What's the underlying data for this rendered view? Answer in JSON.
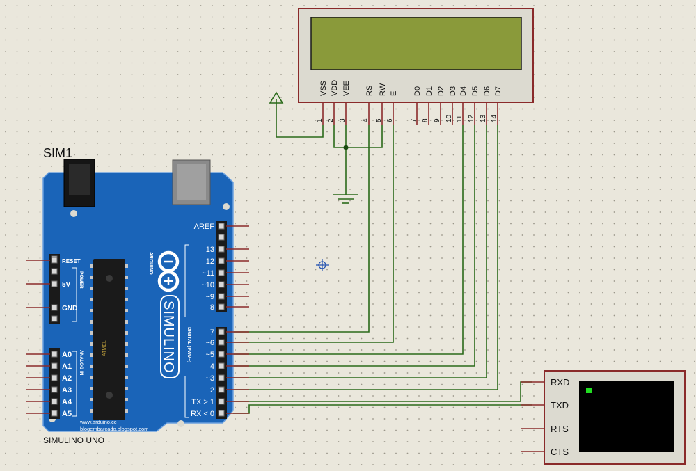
{
  "component_ref": "SIM1",
  "board": {
    "name": "SIMULINO UNO",
    "logo_text": "SIMULINO",
    "brand_text": "ARDUINO",
    "chip_text": "ATMEL",
    "url1": "www.arduino.cc",
    "url2": "blogembarcado.blogspot.com",
    "power_group": "POWER",
    "analog_group": "ANALOG IN",
    "digital_group": "DIGITAL (PWM~)",
    "power_pins": [
      "RESET",
      "5V",
      "GND"
    ],
    "analog_pins": [
      "A0",
      "A1",
      "A2",
      "A3",
      "A4",
      "A5"
    ],
    "digital_pins_top": [
      "AREF",
      "13",
      "12",
      "~11",
      "~10",
      "~9",
      "8"
    ],
    "digital_pins_bottom": [
      "7",
      "~6",
      "~5",
      "4",
      "~3",
      "2",
      "TX > 1",
      "RX < 0"
    ]
  },
  "lcd": {
    "pin_labels": [
      "VSS",
      "VDD",
      "VEE",
      "RS",
      "RW",
      "E",
      "D0",
      "D1",
      "D2",
      "D3",
      "D4",
      "D5",
      "D6",
      "D7"
    ],
    "pin_numbers": [
      "1",
      "2",
      "3",
      "4",
      "5",
      "6",
      "7",
      "8",
      "9",
      "10",
      "11",
      "12",
      "13",
      "14"
    ],
    "screen_color": "#8a9a3a"
  },
  "terminal": {
    "pins": [
      "RXD",
      "TXD",
      "RTS",
      "CTS"
    ],
    "cursor_color": "#22dd22"
  },
  "colors": {
    "wire": "#2a6a1a",
    "pin_stub": "#8a2a2a",
    "board": "#1a64b8",
    "border": "#8a2a2a",
    "origin": "#2050b0"
  }
}
